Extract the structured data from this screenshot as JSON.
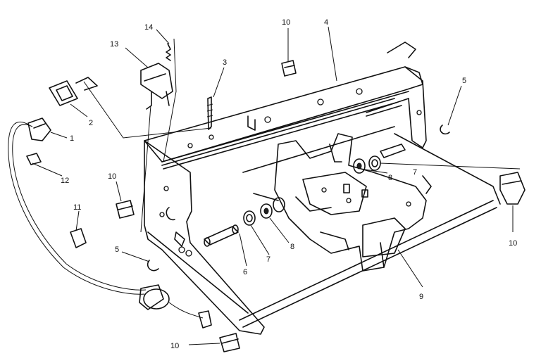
{
  "callouts": {
    "c1": "1",
    "c2": "2",
    "c3": "3",
    "c4": "4",
    "c5a": "5",
    "c5b": "5",
    "c6": "6",
    "c7a": "7",
    "c7b": "7",
    "c8a": "8",
    "c8b": "8",
    "c9": "9",
    "c10a": "10",
    "c10b": "10",
    "c10c": "10",
    "c10d": "10",
    "c11": "11",
    "c12": "12",
    "c13": "13",
    "c14": "14"
  }
}
